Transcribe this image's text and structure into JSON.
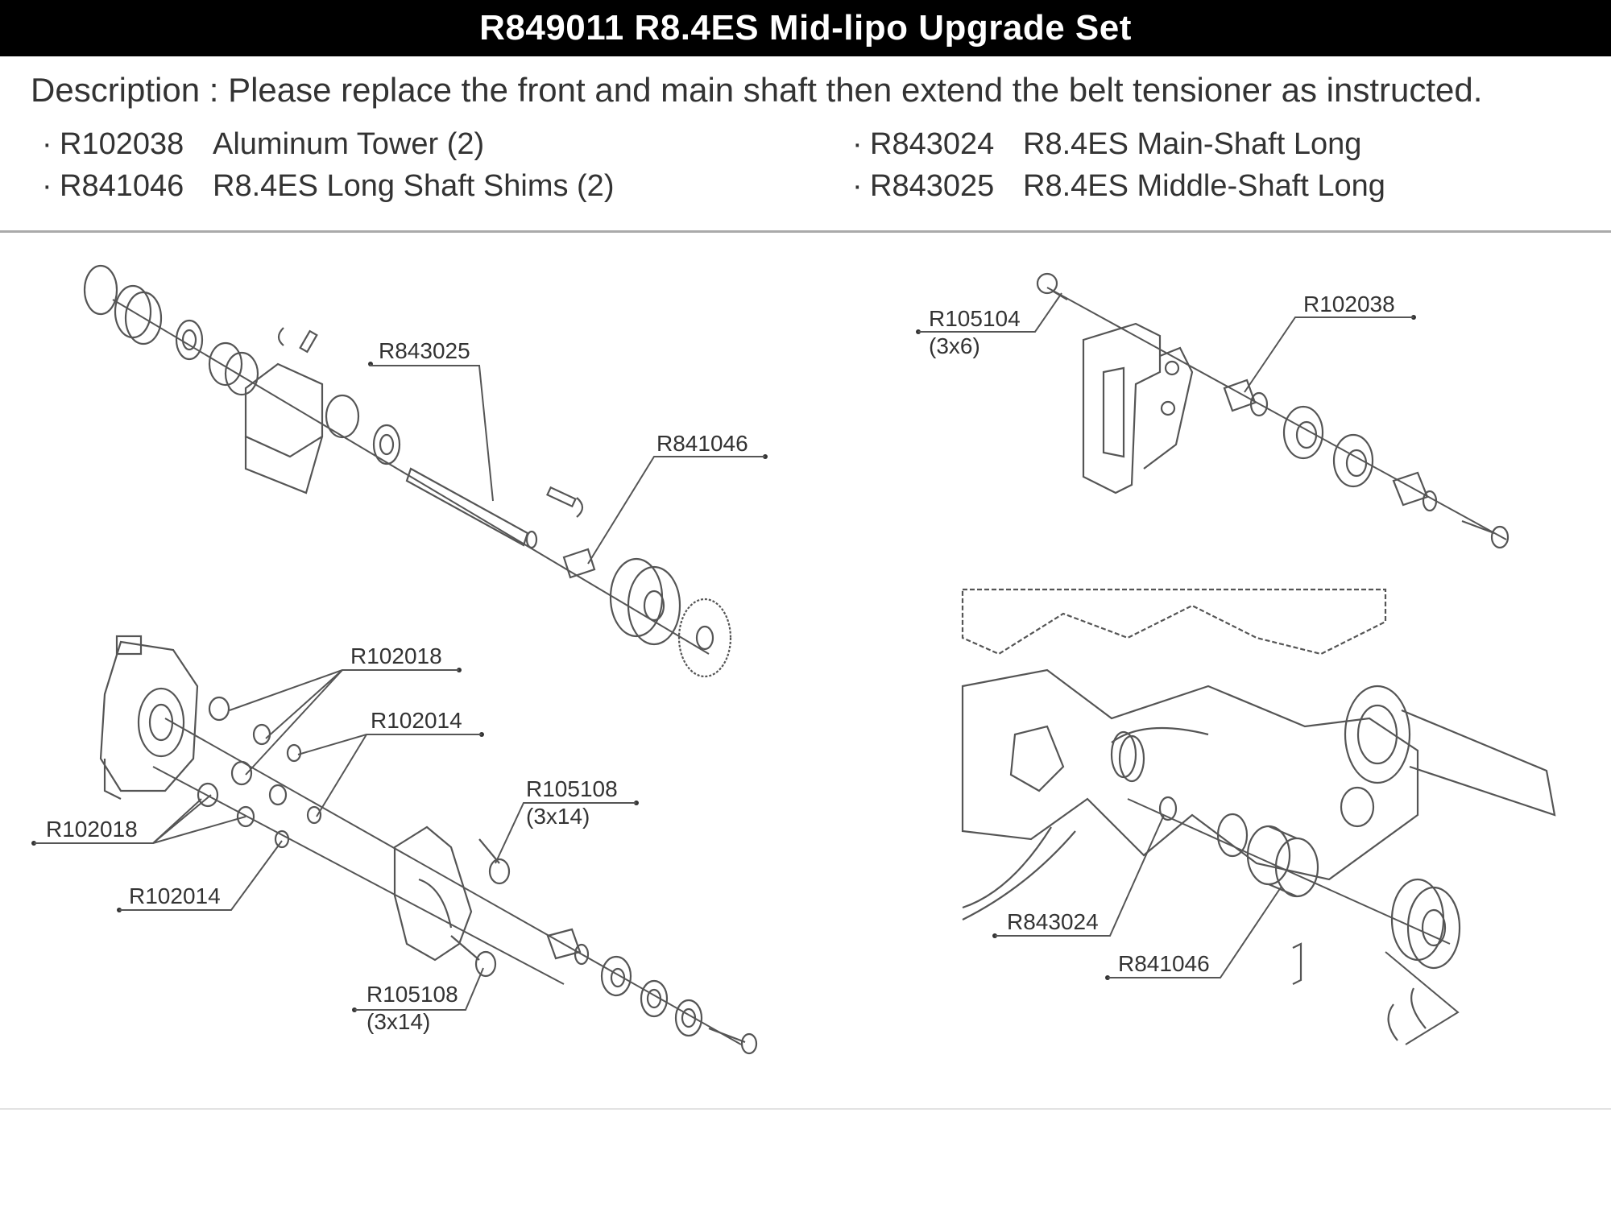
{
  "title": "R849011  R8.4ES Mid-lipo Upgrade Set",
  "description": "Description : Please replace the front and main shaft then extend the belt tensioner as instructed.",
  "parts": [
    {
      "code": "R102038",
      "name": "Aluminum Tower (2)"
    },
    {
      "code": "R841046",
      "name": "R8.4ES Long Shaft Shims (2)"
    },
    {
      "code": "R843024",
      "name": "R8.4ES Main-Shaft Long"
    },
    {
      "code": "R843025",
      "name": "R8.4ES Middle-Shaft Long"
    }
  ],
  "callouts": {
    "top_left": {
      "a": "R843025",
      "b": "R841046"
    },
    "top_right": {
      "a": "R105104",
      "a_sub": "(3x6)",
      "b": "R102038"
    },
    "bottom_left": {
      "a": "R102018",
      "b": "R102014",
      "c": "R105108",
      "c_sub": "(3x14)",
      "d": "R102018",
      "e": "R102014",
      "f": "R105108",
      "f_sub": "(3x14)"
    },
    "bottom_right": {
      "a": "R843024",
      "b": "R841046"
    }
  }
}
